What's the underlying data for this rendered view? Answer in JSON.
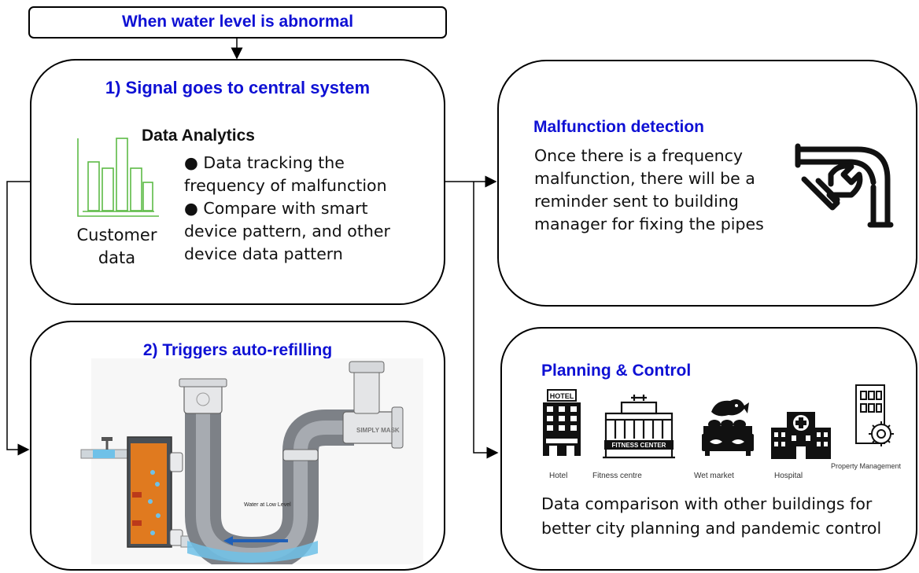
{
  "header": {
    "title": "When water level is abnormal"
  },
  "central": {
    "title": "1) Signal goes to central system",
    "analytics_title": "Data Analytics",
    "bullet_1": "● Data tracking the",
    "bullet_1b": "frequency of malfunction",
    "bullet_2": "● Compare with smart",
    "bullet_2b": "device pattern, and other",
    "bullet_2c": "device data pattern",
    "customer_1": "Customer",
    "customer_2": "data",
    "icon": "bar-chart-icon"
  },
  "refill": {
    "title": "2) Triggers auto-refilling",
    "brand": "SIMPLY MASK",
    "water_label": "Water at Low Level",
    "icon": "u-trap-pipe-illustration"
  },
  "malfunction": {
    "title": "Malfunction detection",
    "line_1": "Once there is a frequency",
    "line_2": "malfunction, there will be a",
    "line_3": "reminder sent to building",
    "line_4": "manager for fixing the pipes",
    "icon": "pipe-wrench-icon"
  },
  "planning": {
    "title": "Planning & Control",
    "hotel_sign": "HOTEL",
    "fitness_sign": "FITNESS CENTER",
    "labels": [
      "Hotel",
      "Fitness centre",
      "Wet market",
      "Hospital",
      "Property Management"
    ],
    "line_1": "Data comparison with other buildings for",
    "line_2": "better city planning and pandemic control",
    "icons": [
      "hotel-icon",
      "fitness-center-icon",
      "wet-market-icon",
      "hospital-icon",
      "property-management-icon"
    ]
  },
  "colors": {
    "title_blue": "#0e10d4",
    "chart_green": "#5dbb46",
    "water_blue": "#6fc1e8",
    "pipe_gray": "#8c9096",
    "trap_orange": "#e07a1f"
  }
}
